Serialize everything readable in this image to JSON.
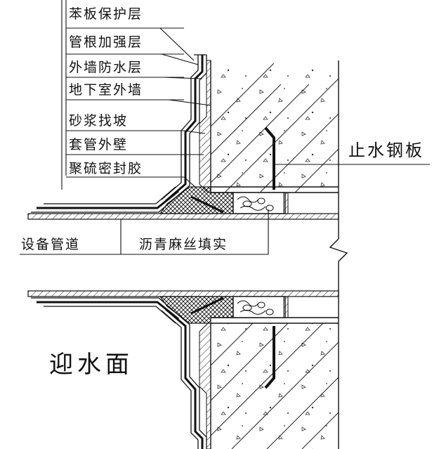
{
  "labels": {
    "protective_layer": "苯板保护层",
    "root_reinforcement": "管根加强层",
    "outer_waterproof": "外墙防水层",
    "basement_wall": "地下室外墙",
    "mortar_slope": "砂浆找坡",
    "sleeve_outer_wall": "套管外壁",
    "sealant": "聚硫密封胶",
    "water_stop_plate": "止水钢板",
    "equipment_pipe": "设备管道",
    "asphalt_filling": "沥青麻丝填实",
    "water_facing_side": "迎水面"
  },
  "colors": {
    "line": "#111111",
    "background": "#ffffff"
  }
}
